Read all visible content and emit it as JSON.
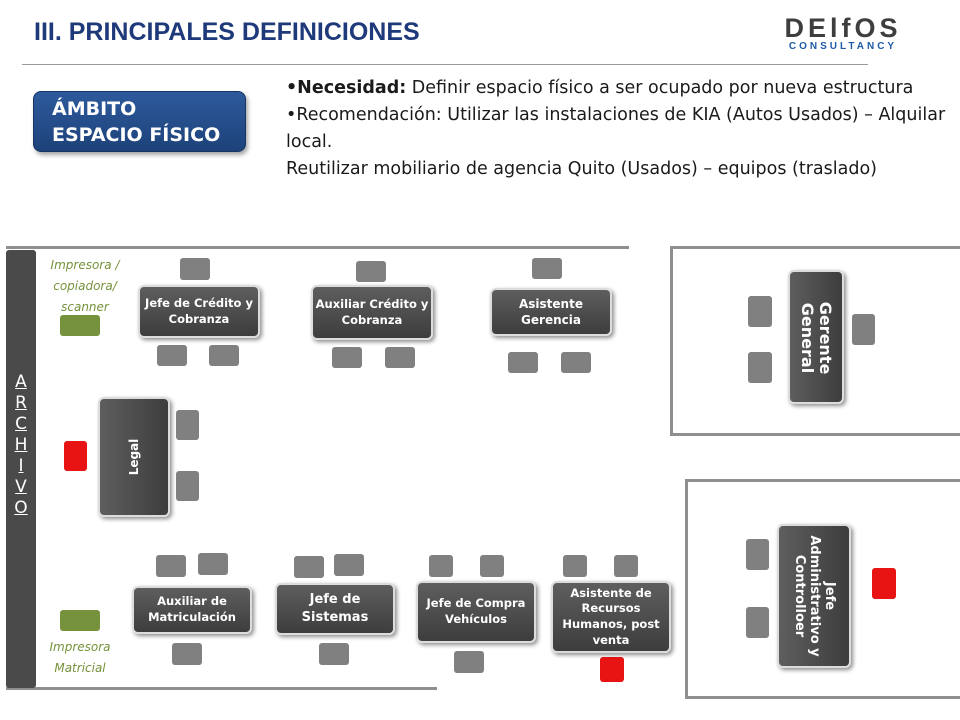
{
  "header": {
    "title": "III. PRINCIPALES DEFINICIONES"
  },
  "logo": {
    "main": "DElfOS",
    "sub": "CONSULTANCY"
  },
  "ambito": {
    "line1": "ÁMBITO",
    "line2": "ESPACIO FÍSICO"
  },
  "bullets": {
    "b1_label": "•Necesidad:",
    "b1_text": " Definir espacio físico a ser ocupado por nueva estructura",
    "b2_text": "•Recomendación: Utilizar las instalaciones de KIA (Autos Usados) – Alquilar local.",
    "b3_text": "Reutilizar mobiliario de agencia Quito (Usados) – equipos (traslado)"
  },
  "floorplan": {
    "archivo_letters": [
      "A",
      "R",
      "C",
      "H",
      "I",
      "V",
      "O"
    ],
    "printer_top_label": [
      "Impresora /",
      "copiadora/",
      "scanner"
    ],
    "printer_bottom_label": [
      "Impresora",
      "Matricial"
    ],
    "desks": {
      "jefe_credito": "Jefe de Crédito y Cobranza",
      "auxiliar_credito": "Auxiliar Crédito y Cobranza",
      "asistente_gerencia": "Asistente Gerencia",
      "legal": "Legal",
      "auxiliar_matriculacion": "Auxiliar de Matriculación",
      "jefe_sistemas": "Jefe de Sistemas",
      "jefe_compra": "Jefe de Compra Vehículos",
      "asistente_rrhh": "Asistente de Recursos Humanos, post venta",
      "gerente_general": "Gerente General",
      "jefe_administrativo": "Jefe Administrativo y Controlloer"
    },
    "colors": {
      "desk": "#4a4a4a",
      "chair": "#808080",
      "printer": "#76923c",
      "alert": "#e81414",
      "title": "#1f3a7a"
    }
  }
}
